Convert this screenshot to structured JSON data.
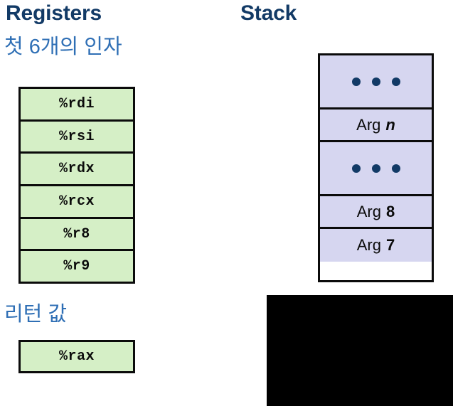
{
  "columns": {
    "registers": {
      "heading": "Registers",
      "subheading_arguments": "첫 6개의 인자",
      "subheading_return": "리턴 값",
      "argument_registers": [
        {
          "name": "%rdi"
        },
        {
          "name": "%rsi"
        },
        {
          "name": "%rdx"
        },
        {
          "name": "%rcx"
        },
        {
          "name": "%r8"
        },
        {
          "name": "%r9"
        }
      ],
      "return_registers": [
        {
          "name": "%rax"
        }
      ]
    },
    "stack": {
      "heading": "Stack",
      "rows": [
        {
          "kind": "ellipsis",
          "label": "• • •"
        },
        {
          "kind": "arg",
          "word": "Arg",
          "number": "n",
          "italic": true
        },
        {
          "kind": "ellipsis",
          "label": "• • •"
        },
        {
          "kind": "arg",
          "word": "Arg",
          "number": "8",
          "italic": false
        },
        {
          "kind": "arg",
          "word": "Arg",
          "number": "7",
          "italic": false
        }
      ]
    }
  },
  "colors": {
    "heading_navy": "#123a66",
    "subheading_blue": "#2f6fb5",
    "register_fill_green": "#d5efc6",
    "stack_fill_lavender": "#d6d6f0",
    "border_black": "#0b0b0b",
    "dot_navy": "#123a66",
    "redacted_black": "#000000"
  },
  "redacted_region": {
    "label": "redacted-black-rectangle"
  }
}
